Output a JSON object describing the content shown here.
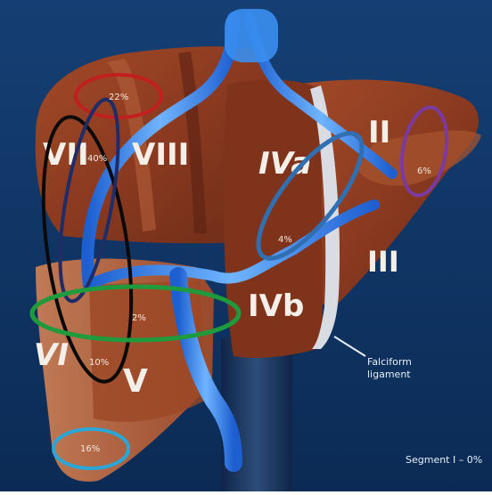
{
  "segments": {
    "II": "II",
    "III": "III",
    "IVa": "IVa",
    "IVb": "IVb",
    "V": "V",
    "VI": "VI",
    "VII": "VII",
    "VIII": "VIII"
  },
  "percentages": {
    "vii_viii_border": "22%",
    "vii": "40%",
    "ii": "6%",
    "iva_ii": "4%",
    "v_center": "2%",
    "vi_v": "10%",
    "vi_bottom": "16%"
  },
  "annotations": {
    "falciform_line1": "Falciform",
    "falciform_line2": "ligament",
    "segment_i": "Segment I – 0%"
  },
  "colors": {
    "background": "#0e3463",
    "liver": "#8c3d23",
    "liver_highlight": "#b86a45",
    "vessel": "#2e7fe0",
    "ellipse_red": "#c21f1f",
    "ellipse_black": "#0a0a0a",
    "ellipse_dark_blue": "#1f2c66",
    "ellipse_purple": "#7a3aa1",
    "ellipse_mid_blue": "#2f6fb2",
    "ellipse_green": "#1f9a3c",
    "ellipse_cyan": "#2aa7d6"
  }
}
